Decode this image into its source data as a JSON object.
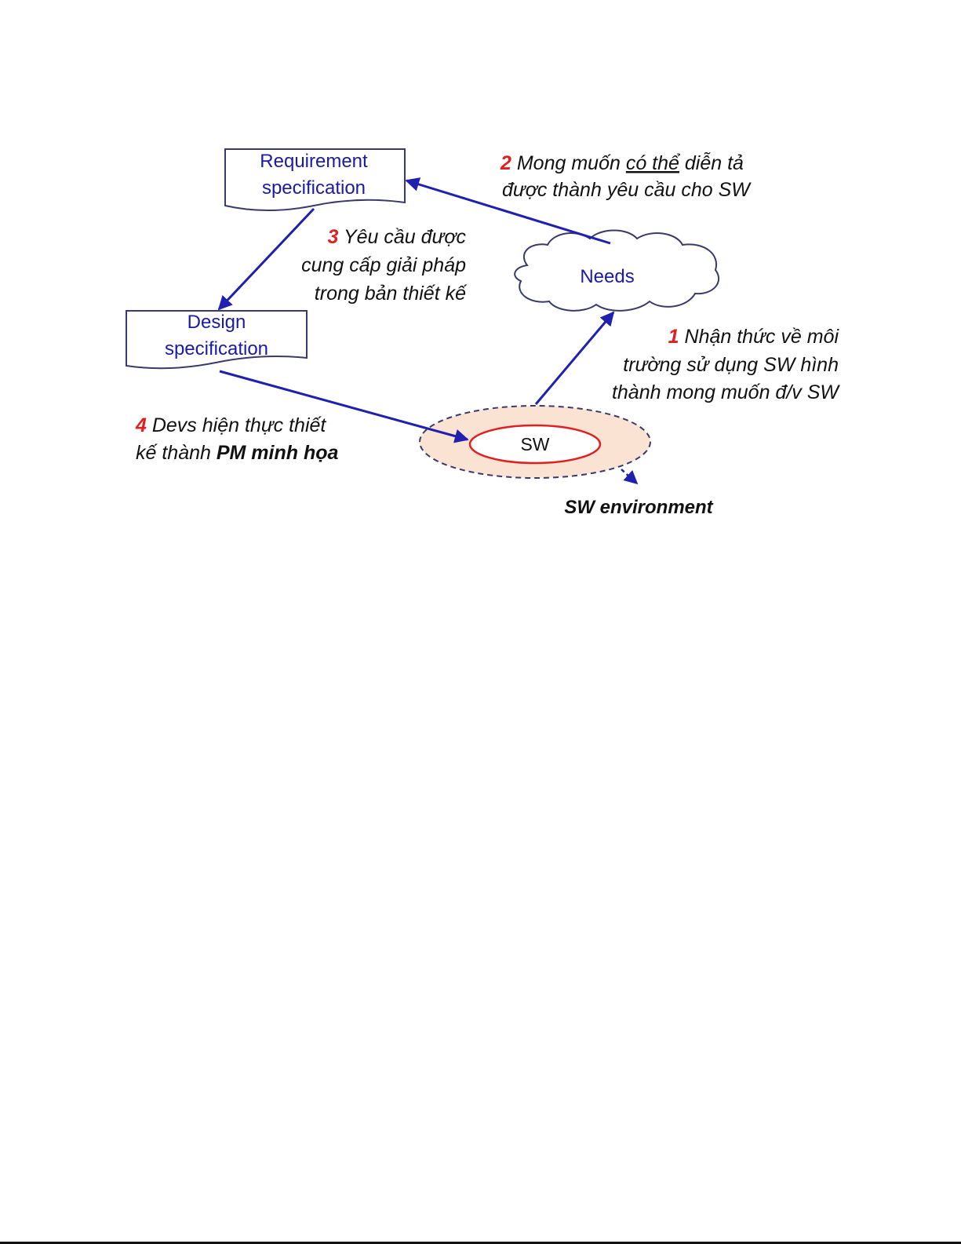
{
  "colors": {
    "arrow": "#1f1fb0",
    "box_text": "#1a1aa6",
    "step_number": "#e02020",
    "sw_ring": "#e02020",
    "env_fill": "#fbe3d4",
    "env_border": "#3a3a6a"
  },
  "nodes": {
    "requirement": {
      "line1": "Requirement",
      "line2": "specification"
    },
    "design": {
      "line1": "Design",
      "line2": "specification"
    },
    "needs": "Needs",
    "sw": "SW",
    "environment": "SW environment"
  },
  "steps": {
    "s1": {
      "number": "1",
      "line1": " Nhận thức về môi",
      "line2": "trường sử dụng SW hình",
      "line3": "thành mong muốn đ/v SW"
    },
    "s2": {
      "number": "2",
      "pre": " Mong muốn ",
      "underlined": "có thể",
      "post": " diễn tả",
      "line2": "được thành yêu cầu cho SW"
    },
    "s3": {
      "number": "3",
      "line1": " Yêu cầu được",
      "line2": "cung cấp giải pháp",
      "line3": "trong bản thiết kế"
    },
    "s4": {
      "number": "4",
      "line1": " Devs hiện thực thiết",
      "line2_pre": "kế thành ",
      "line2_bold": "PM minh họa"
    }
  }
}
